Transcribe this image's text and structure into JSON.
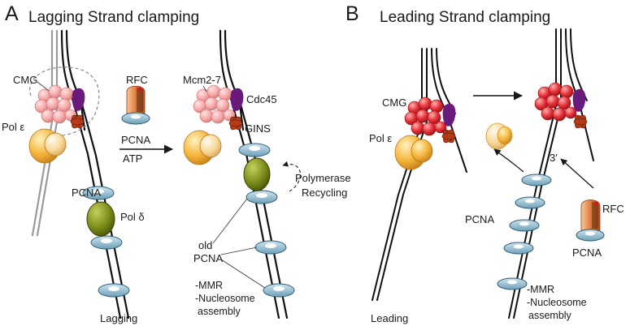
{
  "panel_a": {
    "letter": "A",
    "title": "Lagging Strand clamping",
    "labels": {
      "cmg": "CMG",
      "pol_e": "Pol ε",
      "rfc": "RFC",
      "pcna_atp_top": "PCNA",
      "pcna_atp_bottom": "ATP",
      "mcm": "Mcm2-7",
      "cdc45": "Cdc45",
      "gins": "GINS",
      "pcna": "PCNA",
      "pol_d": "Pol δ",
      "recycling_1": "Polymerase",
      "recycling_2": "Recycling",
      "old_1": "old",
      "old_2": "PCNA",
      "mmr": "-MMR",
      "nuc_1": "-Nucleosome",
      "nuc_2": "assembly",
      "lagging": "Lagging"
    }
  },
  "panel_b": {
    "letter": "B",
    "title": "Leading Strand clamping",
    "labels": {
      "cmg": "CMG",
      "pol_e": "Pol ε",
      "three_prime": "3′",
      "pcna": "PCNA",
      "rfc": "RFC",
      "pcna_rfc": "PCNA",
      "mmr": "-MMR",
      "nuc_1": "-Nucleosome",
      "nuc_2": "assembly",
      "leading": "Leading"
    }
  },
  "colors": {
    "mcm_pale": "#f6a8a8",
    "mcm_red": "#e8323a",
    "cdc45": "#6a1a7a",
    "gins": "#b53a16",
    "pol_e": "#f4b43a",
    "pol_d": "#7e8e1c",
    "pcna": "#8ec0d6",
    "rfc": "#e07a3a"
  }
}
